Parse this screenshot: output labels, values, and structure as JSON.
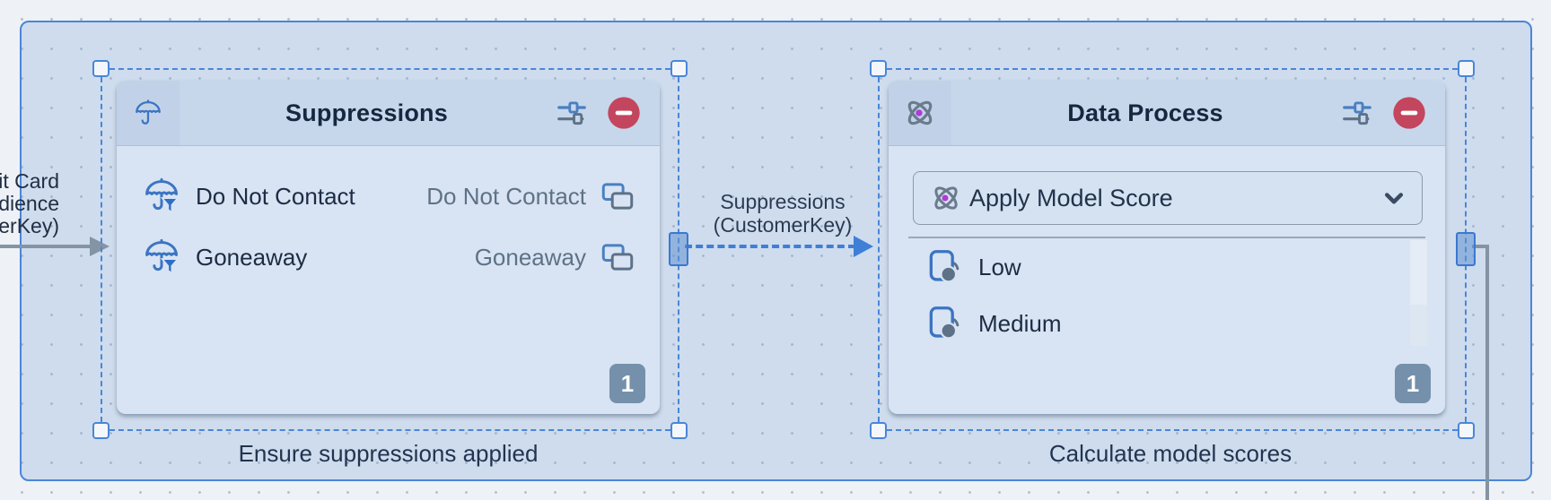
{
  "colors": {
    "canvas_bg": "#eef1f6",
    "selection_fill": "rgba(125,166,216,0.28)",
    "selection_border": "#4a86d8",
    "card_bg": "#d8e4f3",
    "header_bg": "#c7d7eb",
    "accent_blue": "#3b74c2",
    "icon_slate": "#5d7187",
    "danger_red": "#c4455e",
    "badge_bg": "#7590ab",
    "gray_edge": "#8494a4",
    "purple_dot": "#b03ad6",
    "text_dark": "#16283f",
    "text_muted": "#5f7186"
  },
  "incoming_edge": {
    "label_lines": [
      "Credit Card",
      "Audience",
      "(CustomerKey)"
    ]
  },
  "edge": {
    "label_lines": [
      "Suppressions",
      "(CustomerKey)"
    ]
  },
  "nodes": [
    {
      "title": "Suppressions",
      "caption": "Ensure suppressions applied",
      "badge": "1",
      "icon": "umbrella-icon",
      "rows": [
        {
          "label": "Do Not Contact",
          "value": "Do Not Contact"
        },
        {
          "label": "Goneaway",
          "value": "Goneaway"
        }
      ]
    },
    {
      "title": "Data Process",
      "caption": "Calculate model scores",
      "badge": "1",
      "icon": "atom-icon",
      "dropdown": {
        "value": "Apply Model Score"
      },
      "rows": [
        {
          "label": "Low"
        },
        {
          "label": "Medium"
        }
      ]
    }
  ]
}
